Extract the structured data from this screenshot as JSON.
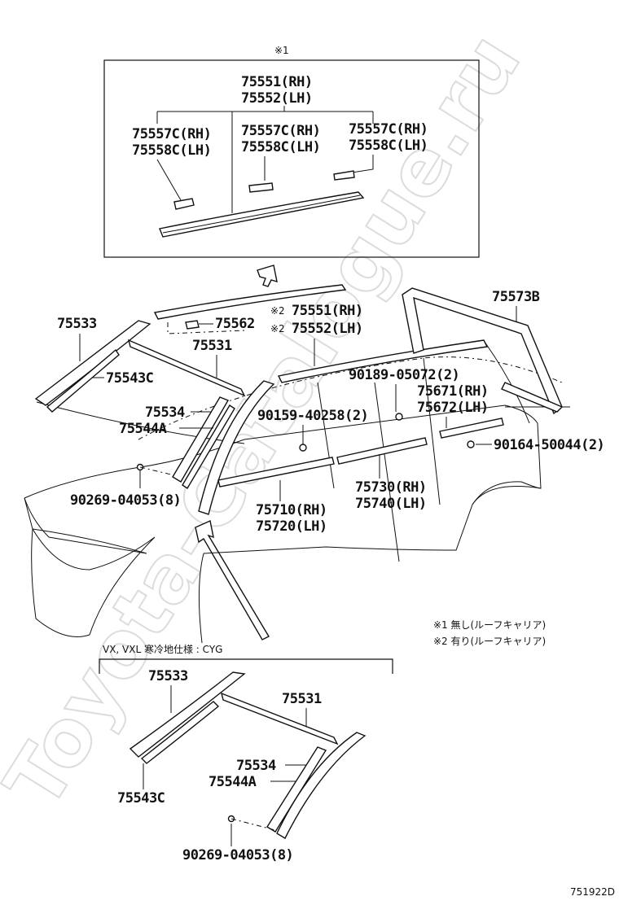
{
  "watermark": "Toyota-Catalogue.ru",
  "diagram_code": "751922D",
  "inset_top": {
    "marker": "※1",
    "part_main_rh": "75551(RH)",
    "part_main_lh": "75552(LH)",
    "clip_a_rh": "75557C(RH)",
    "clip_a_lh": "75558C(LH)",
    "clip_b_rh": "75557C(RH)",
    "clip_b_lh": "75558C(LH)",
    "clip_c_rh": "75557C(RH)",
    "clip_c_lh": "75558C(LH)"
  },
  "main": {
    "p75533": "75533",
    "p75543c": "75543C",
    "p75562": "75562",
    "p75531": "75531",
    "p75551_mark": "※2",
    "p75551": "75551(RH)",
    "p75552_mark": "※2",
    "p75552": "75552(LH)",
    "p75573b": "75573B",
    "p90189": "90189-05072(2)",
    "p75671": "75671(RH)",
    "p75672": "75672(LH)",
    "p75534": "75534",
    "p75544a": "75544A",
    "p90159": "90159-40258(2)",
    "p90164": "90164-50044(2)",
    "p90269": "90269-04053(8)",
    "p75710": "75710(RH)",
    "p75720": "75720(LH)",
    "p75730": "75730(RH)",
    "p75740": "75740(LH)"
  },
  "notes": {
    "note1": "※1 無し(ルーフキャリア)",
    "note2": "※2 有り(ルーフキャリア)"
  },
  "inset_bottom": {
    "title": "VX, VXL 寒冷地仕様 : CYG",
    "p75533": "75533",
    "p75531": "75531",
    "p75534": "75534",
    "p75544a": "75544A",
    "p75543c": "75543C",
    "p90269": "90269-04053(8)"
  }
}
